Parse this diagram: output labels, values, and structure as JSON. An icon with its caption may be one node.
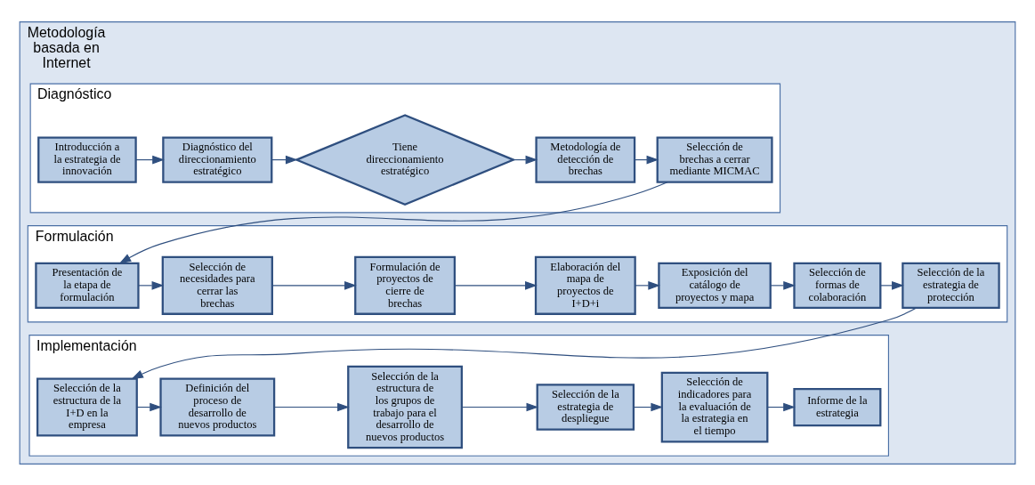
{
  "diagram": {
    "nodes": [
      {
        "text": [
          "Metodología basada en Internet"
        ]
      },
      {
        "text": [
          "Diagnóstico"
        ],
        "in": 0
      },
      {
        "text": [
          "Introducción a la estrategia de innovación"
        ],
        "in": 1
      },
      {
        "text": [
          "Diagnóstico del direccionamiento estratégico"
        ],
        "in": 1
      },
      {
        "text": [
          "Tiene direccionamiento estratégico"
        ],
        "in": 1
      },
      {
        "text": [
          "Metodología de detección de brechas"
        ],
        "in": 1
      },
      {
        "text": [
          "Selección de brechas a cerrar mediante MICMAC"
        ],
        "in": 1
      },
      {
        "text": [
          "Formulación"
        ],
        "in": 0
      },
      {
        "text": [
          "Presentación de la etapa de formulación"
        ],
        "in": 7
      },
      {
        "text": [
          "Selección de necesidades para cerrar las brechas"
        ],
        "in": 7
      },
      {
        "text": [
          "Formulación de proyectos de cierre de brechas"
        ],
        "in": 7
      },
      {
        "text": [
          "Elaboración del mapa de proyectos de I+D+i"
        ],
        "in": 7
      },
      {
        "text": [
          "Exposición del catálogo de proyectos y mapa"
        ],
        "in": 7
      },
      {
        "text": [
          "Selección de formas de colaboración"
        ],
        "in": 7
      },
      {
        "text": [
          "Selección de la estrategia de protección"
        ],
        "in": 7
      },
      {
        "text": [
          "Implementación"
        ],
        "in": 0
      },
      {
        "text": [
          "Selección de la estructura de la I+D en la empresa"
        ],
        "in": 15
      },
      {
        "text": [
          "Definición del proceso de desarrollo de nuevos productos"
        ],
        "in": 15
      },
      {
        "text": [
          "Selección de la estructura de los grupos de trabajo para el desarrollo de nuevos productos"
        ],
        "in": 15
      },
      {
        "text": [
          "Selección de la estrategia de despliegue"
        ],
        "in": 15
      },
      {
        "text": [
          "Selección de indicadores para la evaluación de la estrategia en el tiempo"
        ],
        "in": 15
      },
      {
        "text": [
          "Informe de la estrategia"
        ],
        "in": 15
      }
    ],
    "edges": [
      {
        "from": 2,
        "to": 3,
        "arrow": "to"
      },
      {
        "from": 3,
        "to": 4,
        "arrow": "to"
      },
      {
        "from": 4,
        "to": 5,
        "arrow": "to"
      },
      {
        "from": 5,
        "to": 6,
        "arrow": "to"
      },
      {
        "from": 6,
        "to": 8,
        "arrow": "to"
      },
      {
        "from": 8,
        "to": 9,
        "arrow": "to"
      },
      {
        "from": 9,
        "to": 10,
        "arrow": "to"
      },
      {
        "from": 10,
        "to": 11,
        "arrow": "to"
      },
      {
        "from": 11,
        "to": 12,
        "arrow": "to"
      },
      {
        "from": 12,
        "to": 13,
        "arrow": "to"
      },
      {
        "from": 13,
        "to": 14,
        "arrow": "to"
      },
      {
        "from": 14,
        "to": 16,
        "arrow": "to"
      },
      {
        "from": 16,
        "to": 17,
        "arrow": "to"
      },
      {
        "from": 17,
        "to": 18,
        "arrow": "to"
      },
      {
        "from": 18,
        "to": 19,
        "arrow": "to"
      },
      {
        "from": 19,
        "to": 20,
        "arrow": "to"
      },
      {
        "from": 20,
        "to": 21,
        "arrow": "to"
      }
    ]
  }
}
